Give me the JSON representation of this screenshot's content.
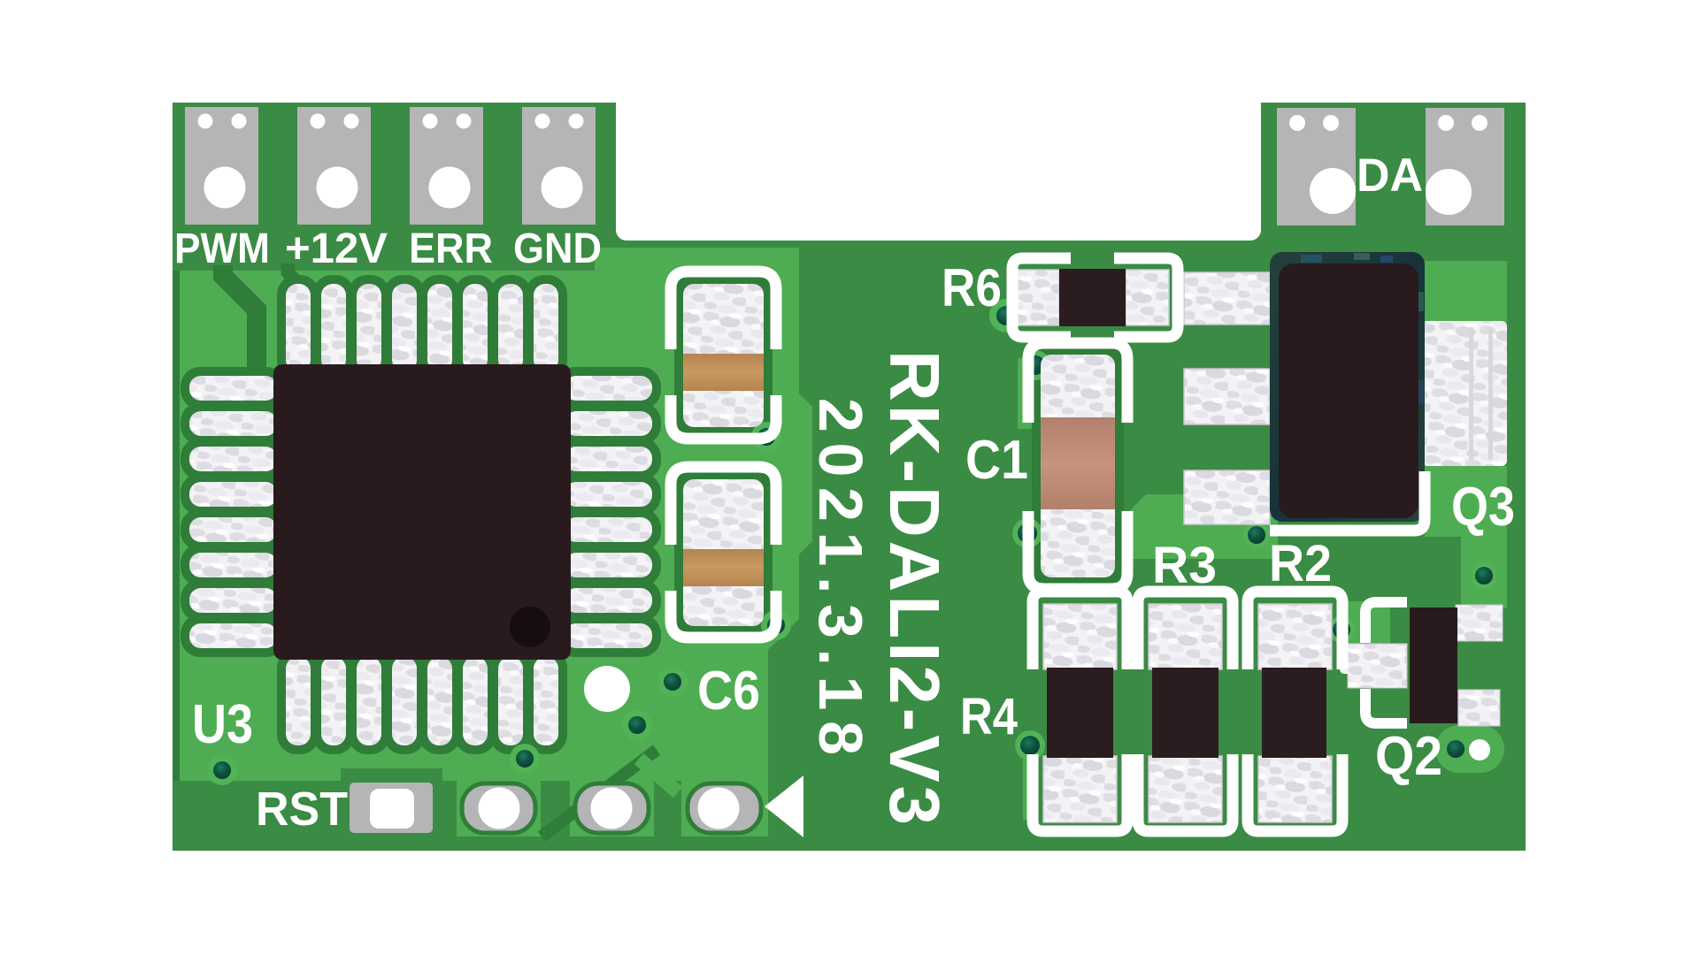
{
  "image_type": "pcb-module-illustration",
  "board": {
    "model": "RK-DALI2-V3",
    "date_code": "2021.3.18"
  },
  "labels": {
    "pwm": "PWM",
    "p12v": "+12V",
    "err": "ERR",
    "gnd": "GND",
    "da": "DA",
    "u3": "U3",
    "rst": "RST",
    "c6": "C6",
    "c1": "C1",
    "r6": "R6",
    "r4": "R4",
    "r3": "R3",
    "r2": "R2",
    "q3": "Q3",
    "q2": "Q2",
    "date": "2021.3.18",
    "model": "RK-DALI2-V3"
  },
  "connectors": {
    "left_pads": [
      "PWM",
      "+12V",
      "ERR",
      "GND"
    ],
    "right_pads": [
      "DA"
    ],
    "bottom_pads": [
      "RST"
    ]
  },
  "components": [
    {
      "ref": "U3",
      "type": "ic-qfp32"
    },
    {
      "ref": "C6",
      "type": "capacitor-pair"
    },
    {
      "ref": "C1",
      "type": "capacitor"
    },
    {
      "ref": "R6",
      "type": "resistor"
    },
    {
      "ref": "R4",
      "type": "resistor"
    },
    {
      "ref": "R3",
      "type": "resistor"
    },
    {
      "ref": "R2",
      "type": "resistor"
    },
    {
      "ref": "Q3",
      "type": "transistor-dpak"
    },
    {
      "ref": "Q2",
      "type": "transistor-sot23"
    }
  ],
  "colors": {
    "background": "#ffffff",
    "board_base_green": "#3a8b43",
    "copper_pour_green": "#4ead52",
    "outline_dark_green": "#2f7d38",
    "pad_gray": "#b5b4b6",
    "silkscreen_white": "#ffffff",
    "component_body_black": "#281a1d",
    "cap_band_tan": "#c2925f",
    "cap_band_pink": "#c18f7d",
    "solder_silver": "#f2f1f4",
    "via_teal": "#0b4534"
  }
}
